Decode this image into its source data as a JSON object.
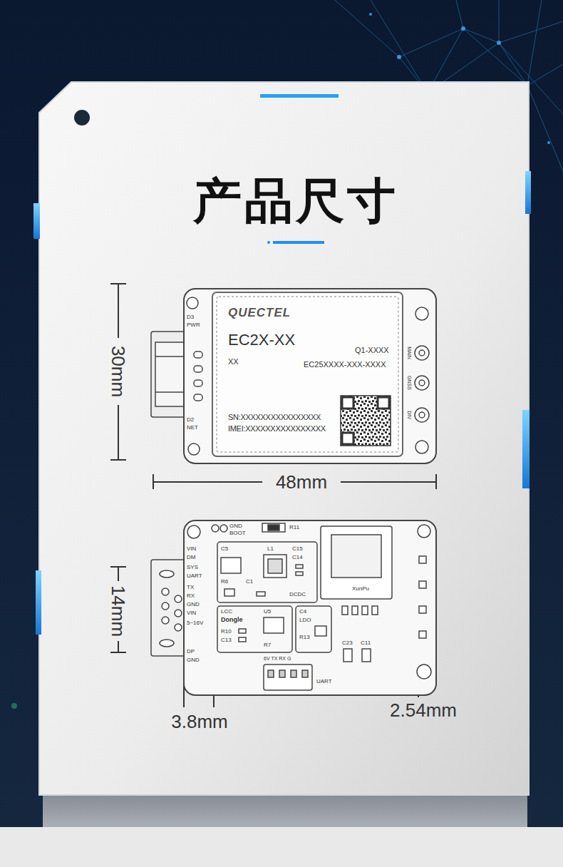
{
  "diagram": {
    "title": "产品尺寸",
    "nodes": [
      {
        "text": [
          "D3",
          "PWR",
          "D2",
          "NET",
          "MAIN",
          "GNSS",
          "DIV"
        ]
      },
      {
        "text": [
          "QUECTEL",
          "EC2X-XX",
          "XX",
          "Q1-XXXX",
          "EC25XXXX-XXX-XXXX",
          "SN:XXXXXXXXXXXXXXXX",
          "IMEI:XXXXXXXXXXXXXXXX"
        ],
        "in": 0
      },
      {
        "text": [
          "GND",
          "BOOT",
          "R11",
          "VIN",
          "DM",
          "SYS",
          "UART",
          "TX",
          "RX",
          "GND",
          "VIN",
          "5~16V",
          "DP",
          "GND",
          "C5",
          "R6",
          "C1",
          "L1",
          "C15",
          "C14",
          "DCDC",
          "LCC",
          "Dongle",
          "U5",
          "R10",
          "C13",
          "R7",
          "C4",
          "LDO",
          "R13",
          "XunPu",
          "C23",
          "C11",
          "6V TX RX G",
          "UART"
        ]
      }
    ],
    "labels": [
      "30mm",
      "48mm",
      "14mm",
      "3.8mm",
      "2.54mm"
    ]
  }
}
